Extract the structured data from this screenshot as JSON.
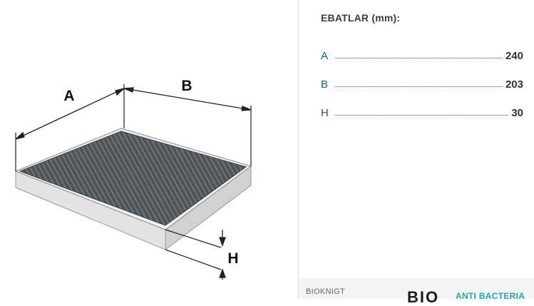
{
  "diagram": {
    "label_a": "A",
    "label_b": "B",
    "label_h": "H"
  },
  "specs": {
    "title": "EBATLAR (mm):",
    "rows": [
      {
        "letter": "A",
        "value": "240"
      },
      {
        "letter": "B",
        "value": "203"
      },
      {
        "letter": "H",
        "value": "30"
      }
    ]
  },
  "footer": {
    "brand": "BIOKNIGT",
    "logo_text": "BIO",
    "badge_text": "ANTI BACTERIA"
  },
  "colors": {
    "letter_blue": "#1e5a8c",
    "badge_teal": "#28a9a0",
    "filter_dark": "#4a4f55"
  }
}
